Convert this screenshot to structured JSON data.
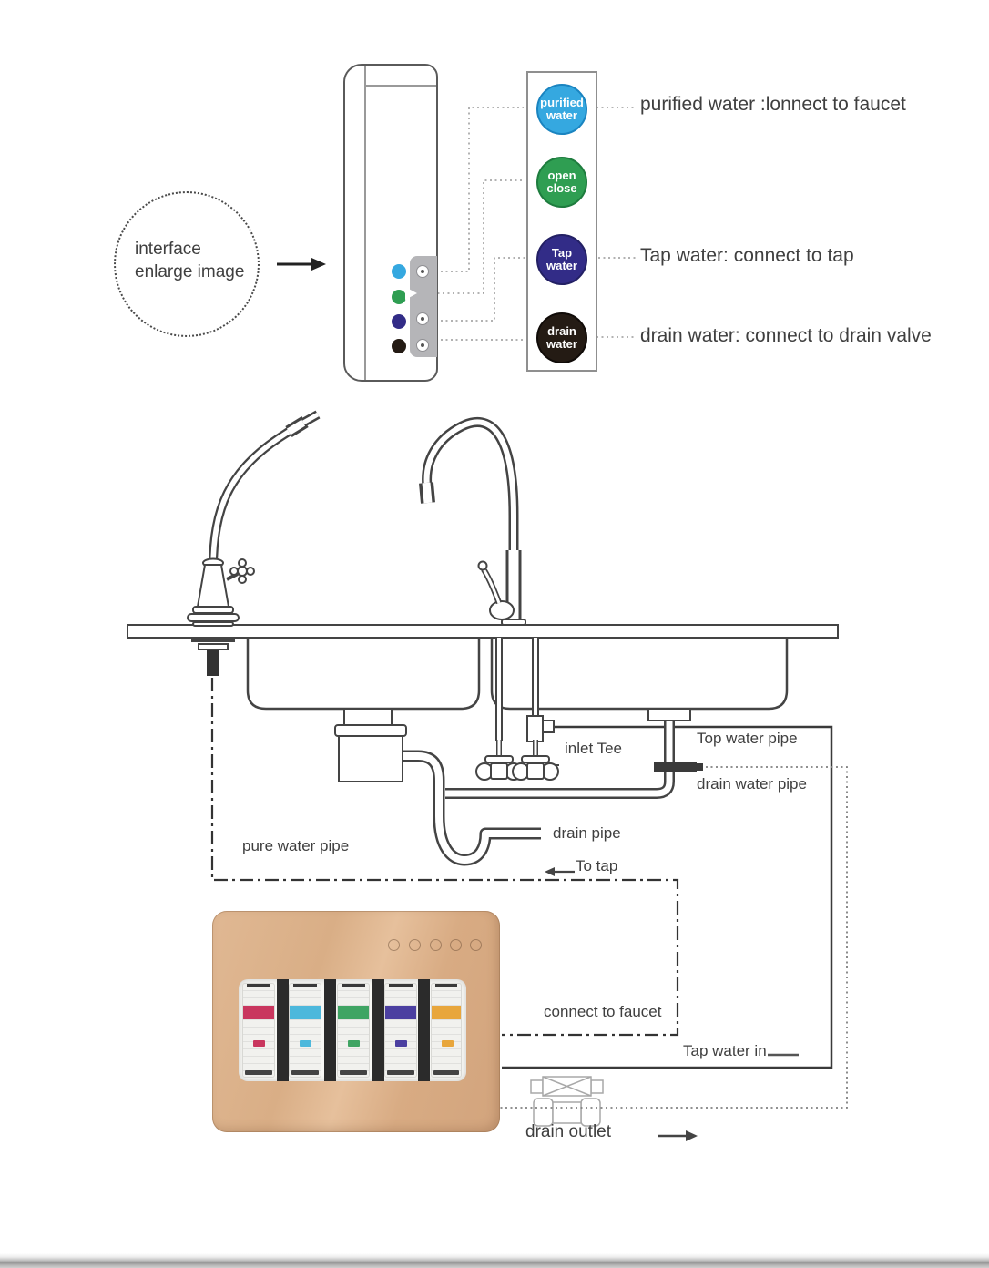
{
  "enlarge_note": {
    "line1": "interface",
    "line2": "enlarge image"
  },
  "control_strip": {
    "buttons": [
      {
        "line1": "purified",
        "line2": "water",
        "color": "#35a8e0",
        "ring": "#1a84c0"
      },
      {
        "line1": "open",
        "line2": "close",
        "color": "#2f9e52",
        "ring": "#1e7c3e"
      },
      {
        "line1": "Tap",
        "line2": "water",
        "color": "#322c87",
        "ring": "#232064"
      },
      {
        "line1": "drain",
        "line2": "water",
        "color": "#241b14",
        "ring": "#100b08"
      }
    ]
  },
  "callouts": {
    "purified": "purified water :lonnect to faucet",
    "tap": "Tap water: connect to tap",
    "drain": "drain water: connect to drain valve"
  },
  "plumbing_labels": {
    "inlet_tee": "inlet Tee",
    "top_water_pipe": "Top water pipe",
    "drain_water_pipe": "drain water pipe",
    "drain_pipe": "drain pipe",
    "pure_water_pipe": "pure water pipe",
    "to_tap": "To tap",
    "connect_to_faucet": "connect to faucet",
    "tap_water_in": "Tap water in",
    "drain_outlet": "drain outlet"
  },
  "filter_unit": {
    "cartridge_colors": [
      "#c9365e",
      "#4db8dc",
      "#3fa463",
      "#4b3fa0",
      "#e8a63c"
    ],
    "body_color": "#dcb28c"
  }
}
